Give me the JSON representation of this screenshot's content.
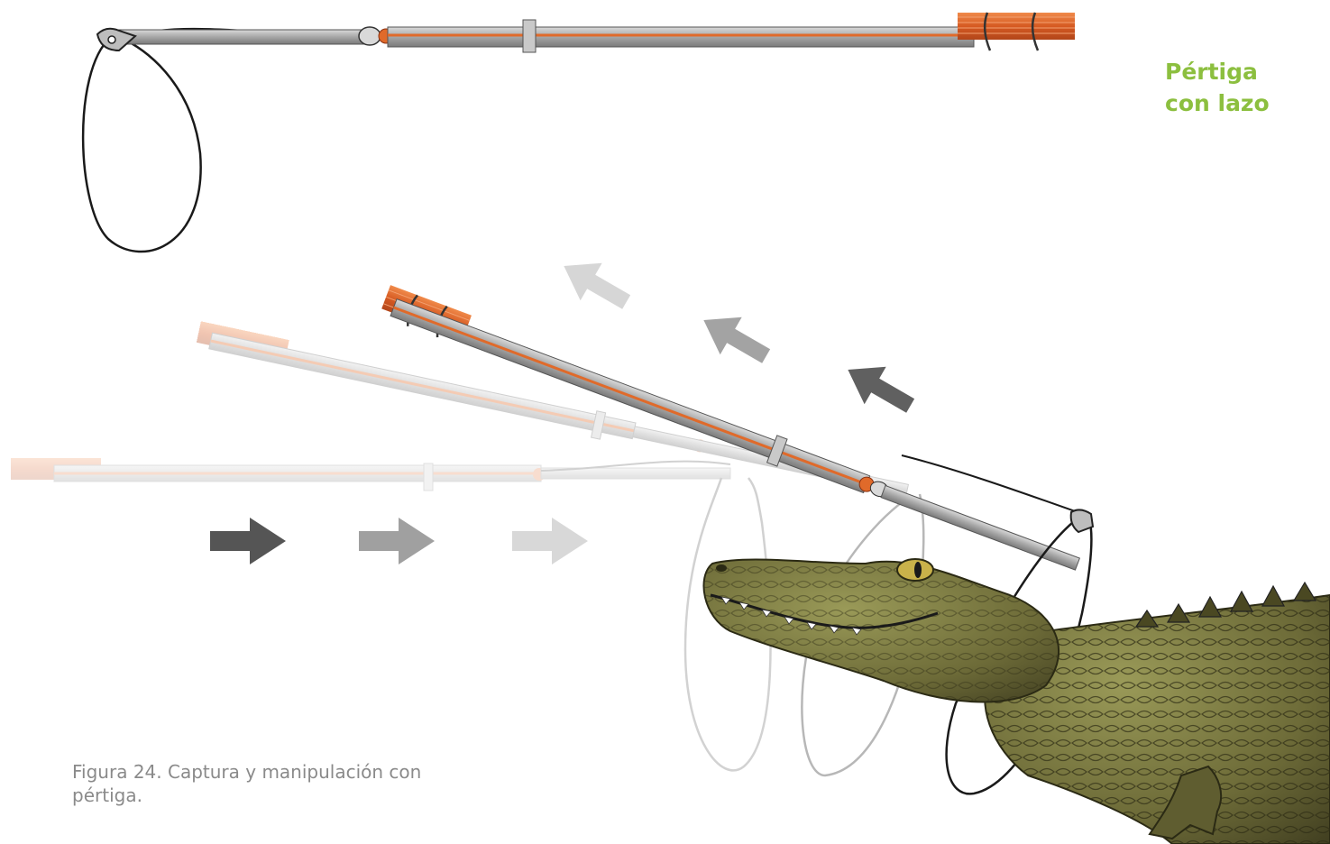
{
  "title": {
    "line1": "Pértiga",
    "line2": "con lazo"
  },
  "caption": "Figura 24. Captura y manipulación con pértiga.",
  "colors": {
    "title_green": "#8cbf3f",
    "caption_grey": "#8a8a8a",
    "cable_orange": "#e06a2a",
    "pole_grey": "#9c9c9c",
    "arrow_dark": "#5a5a5a",
    "arrow_mid": "#9a9a9a",
    "arrow_light": "#cfcfcf",
    "caiman_skin": "#6f6d3a"
  },
  "icons": [
    "pole-with-noose",
    "arrow-left",
    "arrow-right",
    "caiman-head"
  ]
}
